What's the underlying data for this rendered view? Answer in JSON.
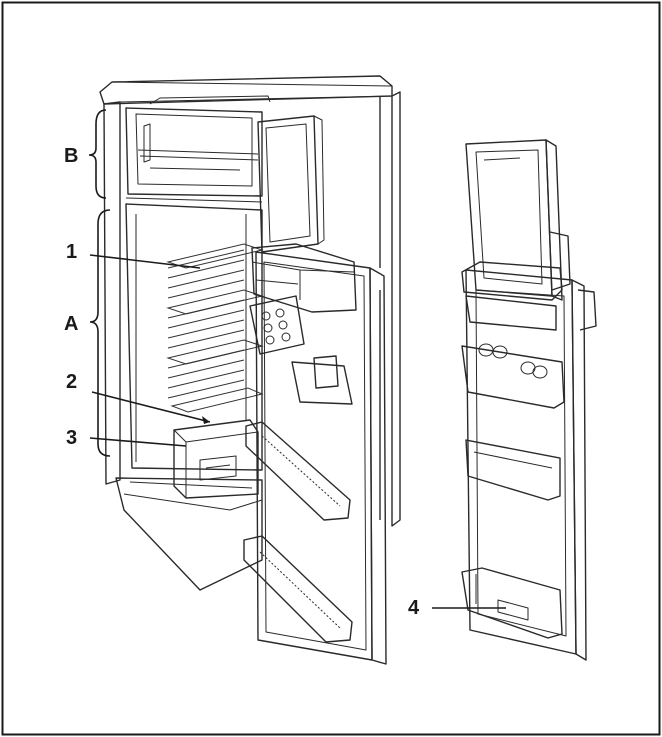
{
  "callouts": {
    "label_b": "B",
    "label_a": "A",
    "label_1": "1",
    "label_2": "2",
    "label_3": "3",
    "label_4": "4"
  }
}
